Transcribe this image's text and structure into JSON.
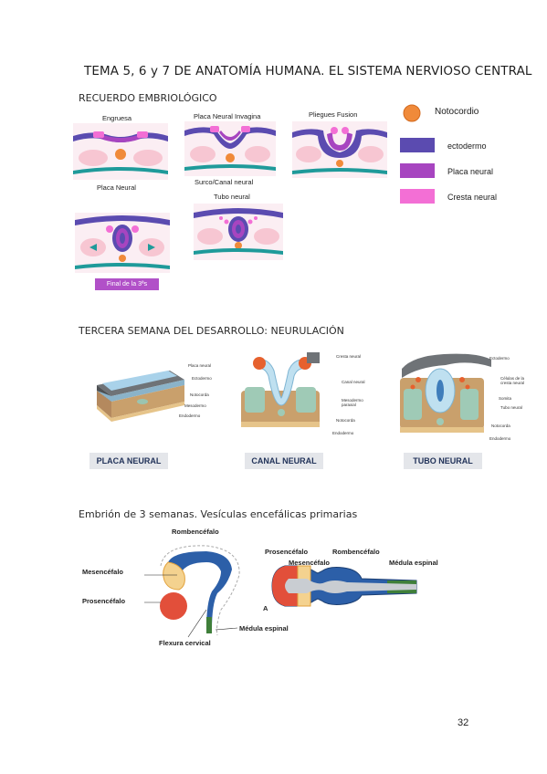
{
  "title": "TEMA 5, 6 y 7 DE ANATOMÍA HUMANA. EL SISTEMA NERVIOSO CENTRAL",
  "sections": {
    "recuerdo": "RECUERDO EMBRIOLÓGICO",
    "tercera": "TERCERA SEMANA DEL DESARROLLO: NEURULACIÓN",
    "embrion": "Embrión de 3 semanas. Vesículas encefálicas primarias"
  },
  "fig1": {
    "engruesa": "Engruesa",
    "placa_neural": "Placa Neural",
    "placa_neural_invagina": "Placa Neural  Invagina",
    "surco_canal": "Surco/Canal neural",
    "pliegues_fusion": "Pliegues Fusion",
    "tubo_neural": "Tubo neural",
    "final": "Final de la 3ªs",
    "legend": [
      {
        "label": "Notocordio",
        "color": "#f08a3a"
      },
      {
        "label": "ectodermo",
        "color": "#5b4bb0"
      },
      {
        "label": "Placa neural",
        "color": "#a745c0"
      },
      {
        "label": "Cresta neural",
        "color": "#f36fd5"
      }
    ]
  },
  "fig2": {
    "placa": {
      "caption": "PLACA NEURAL",
      "labels": [
        "Placa neural",
        "Ectodermo",
        "Notocorda",
        "Mesodermo",
        "Endodermo"
      ]
    },
    "canal": {
      "caption": "CANAL NEURAL",
      "labels": [
        "Cresta neural",
        "Canal neural",
        "Mesodermo paraxial",
        "Notocorda",
        "Endodermo"
      ]
    },
    "tubo": {
      "caption": "TUBO NEURAL",
      "labels": [
        "Ectodermo",
        "Células de la cresta neural",
        "Somita",
        "Tubo neural",
        "Notocorda",
        "Endodermo"
      ]
    }
  },
  "fig3": {
    "left": {
      "rombencefalo": "Rombencéfalo",
      "mesencefalo": "Mesencéfalo",
      "prosencefalo": "Prosencéfalo",
      "medula": "Médula espinal",
      "flexura": "Flexura cervical"
    },
    "right": {
      "prosencefalo": "Prosencéfalo",
      "mesencefalo": "Mesencéfalo",
      "rombencefalo": "Rombencéfalo",
      "medula": "Médula espinal",
      "letter": "A"
    }
  },
  "page_number": "32"
}
